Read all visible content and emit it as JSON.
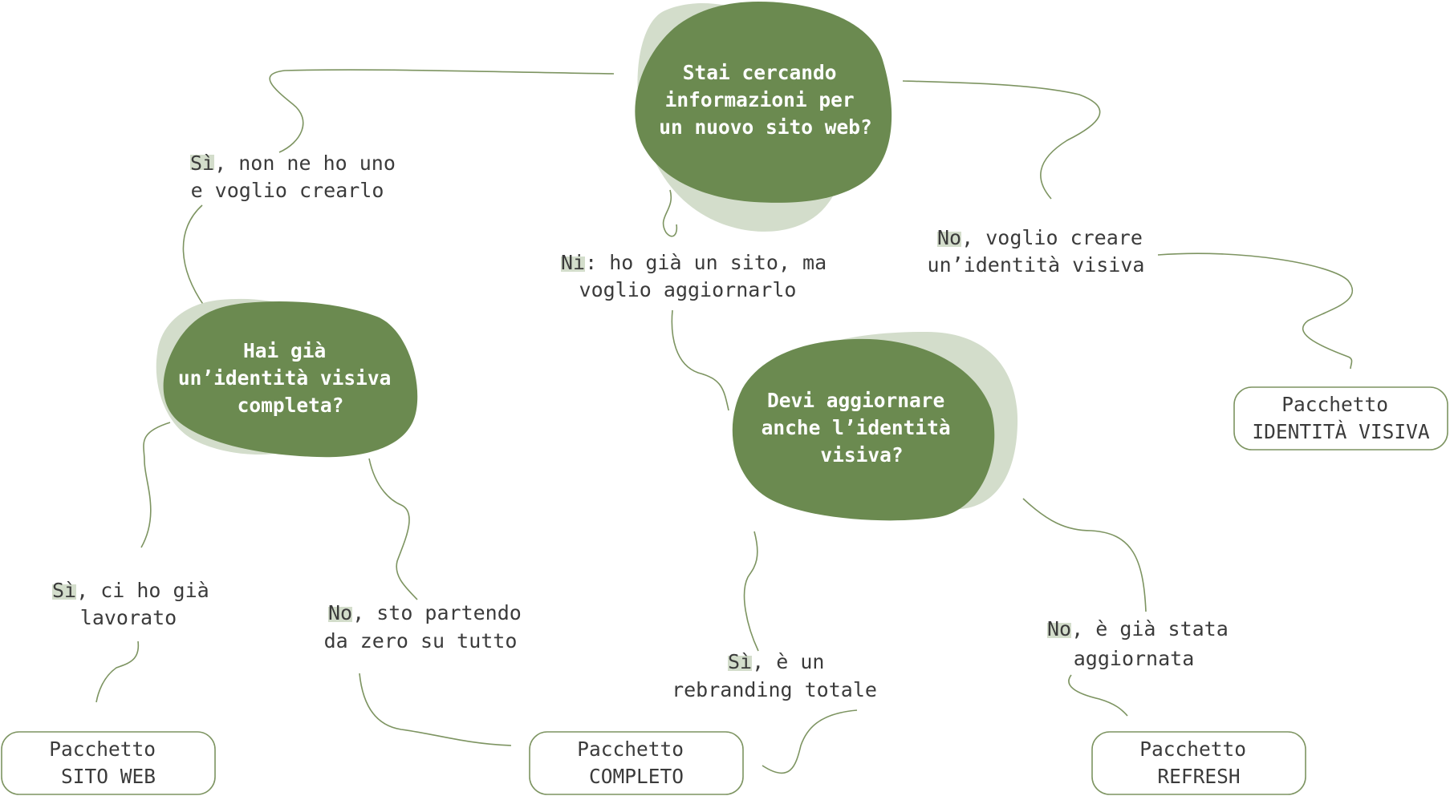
{
  "colors": {
    "blob_front": "#6b8a50",
    "blob_back": "#d3ddcb",
    "answer_highlight": "#d3ddcb",
    "connector": "#7d9461",
    "text": "#3b3b3b"
  },
  "questions": {
    "start": [
      "Stai cercando",
      "informazioni per",
      "un nuovo sito web?"
    ],
    "identity": [
      "Hai già",
      "un’identità visiva",
      "completa?"
    ],
    "update": [
      "Devi aggiornare",
      "anche l’identità",
      "visiva?"
    ]
  },
  "answers": {
    "yes_new_site": {
      "key": "Sì",
      "line1_rest": ", non ne ho uno",
      "line2": "e voglio crearlo"
    },
    "ni_update": {
      "key": "Ni",
      "line1_rest": ": ho già un sito, ma",
      "line2": "voglio aggiornarlo"
    },
    "no_identity": {
      "key": "No",
      "line1_rest": ", voglio creare",
      "line2": "un’identità visiva"
    },
    "yes_worked": {
      "key": "Sì",
      "line1_rest": ", ci ho già",
      "line2": "lavorato"
    },
    "no_from_zero": {
      "key": "No",
      "line1_rest": ", sto partendo",
      "line2": "da zero su tutto"
    },
    "yes_rebranding": {
      "key": "Sì",
      "line1_rest": ", è un",
      "line2": "rebranding totale"
    },
    "no_already": {
      "key": "No",
      "line1_rest": ", è già stata",
      "line2": "aggiornata"
    }
  },
  "packages": {
    "identita": [
      "Pacchetto",
      "IDENTITÀ VISIVA"
    ],
    "sito": [
      "Pacchetto",
      "SITO WEB"
    ],
    "completo": [
      "Pacchetto",
      "COMPLETO"
    ],
    "refresh": [
      "Pacchetto",
      "REFRESH"
    ]
  }
}
